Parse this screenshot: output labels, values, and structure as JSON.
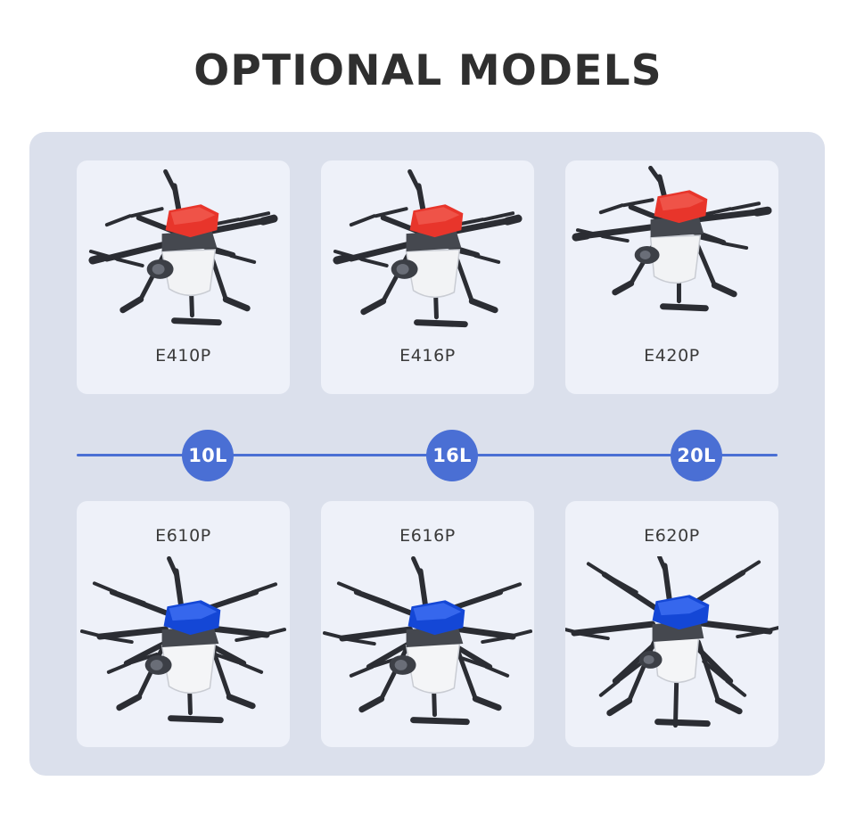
{
  "page": {
    "title": "OPTIONAL MODELS",
    "background_color": "#ffffff"
  },
  "panel": {
    "background_color": "#dbe0ec",
    "card_background_color": "#eef1f9"
  },
  "accent": {
    "badge_color": "#4a6fd4",
    "line_color": "#4a6fd4",
    "quad_shell_color": "#e8352b",
    "hexa_shell_color": "#1447d6",
    "label_color": "#3a3a3a"
  },
  "rows": [
    {
      "row_name": "four-rotor-row",
      "cards": [
        {
          "model": "E410P",
          "drone": "quadcopter-red",
          "drone_icon": "drone-quad-icon"
        },
        {
          "model": "E416P",
          "drone": "quadcopter-red",
          "drone_icon": "drone-quad-icon"
        },
        {
          "model": "E420P",
          "drone": "quadcopter-red",
          "drone_icon": "drone-quad-icon"
        }
      ]
    },
    {
      "row_name": "six-rotor-row",
      "cards": [
        {
          "model": "E610P",
          "drone": "hexacopter-blue",
          "drone_icon": "drone-hexa-icon"
        },
        {
          "model": "E616P",
          "drone": "hexacopter-blue",
          "drone_icon": "drone-hexa-icon"
        },
        {
          "model": "E620P",
          "drone": "hexacopter-blue",
          "drone_icon": "drone-hexa-icon"
        }
      ]
    }
  ],
  "capacities": [
    {
      "label": "10L"
    },
    {
      "label": "16L"
    },
    {
      "label": "20L"
    }
  ]
}
